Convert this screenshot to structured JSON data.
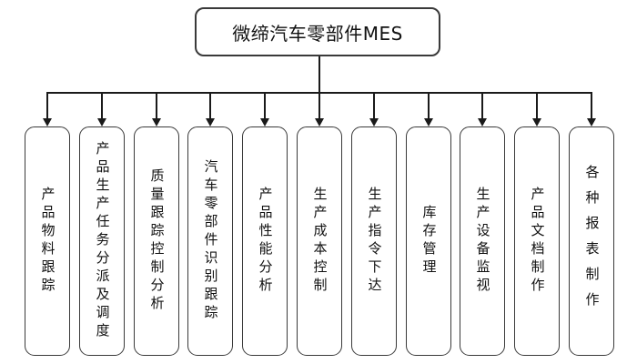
{
  "diagram": {
    "root": {
      "label": "微缔汽车零部件MES"
    },
    "branches": [
      {
        "label": "产品物料跟踪"
      },
      {
        "label": "产品生产任务分派及调度"
      },
      {
        "label": "质量跟踪控制分析"
      },
      {
        "label": "汽车零部件识别跟踪"
      },
      {
        "label": "产品性能分析"
      },
      {
        "label": "生产成本控制"
      },
      {
        "label": "生产指令下达"
      },
      {
        "label": "库存管理"
      },
      {
        "label": "生产设备监视"
      },
      {
        "label": "产品文档制作"
      },
      {
        "label": "各种报表制作"
      }
    ],
    "colors": {
      "line": "#1a1a1a",
      "border": "#3a3a3a",
      "text": "#111111",
      "background": "#ffffff"
    }
  }
}
